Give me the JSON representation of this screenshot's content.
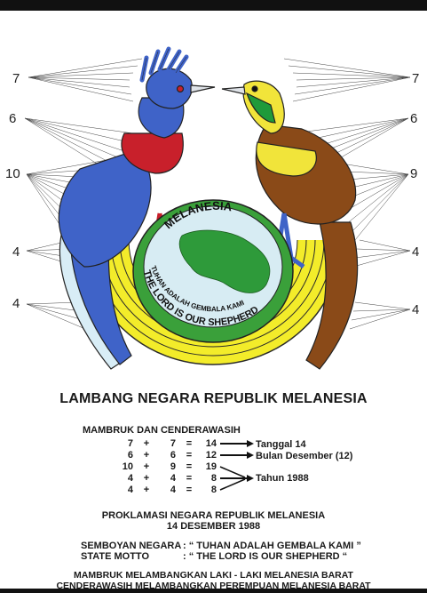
{
  "emblem": {
    "ring_text_top": "MELANESIA",
    "ring_text_bottom_1": "TUHAN ADALAH GEMBALA KAMI",
    "ring_text_bottom_2": "THE LORD IS OUR SHEPHERD",
    "left_counts": [
      "7",
      "6",
      "10",
      "4",
      "4"
    ],
    "right_counts": [
      "7",
      "6",
      "9",
      "4",
      "4"
    ],
    "colors": {
      "mambruk_blue": "#3f63c8",
      "mambruk_red": "#c8202b",
      "cenderawasih_brown": "#8a4a18",
      "cenderawasih_yellow": "#f1e43a",
      "cenderawasih_green": "#1f9a3a",
      "ring_yellow": "#f3ec2a",
      "shield_green": "#3aa03a",
      "map_green": "#2e9a3a",
      "globe_blue": "#d7ecf3"
    }
  },
  "title": "LAMBANG NEGARA REPUBLIK MELANESIA",
  "subtitle": "MAMBRUK DAN CENDERAWASIH",
  "equations": [
    {
      "a": "7",
      "op": "+",
      "b": "7",
      "eq": "=",
      "r": "14"
    },
    {
      "a": "6",
      "op": "+",
      "b": "6",
      "eq": "=",
      "r": "12"
    },
    {
      "a": "10",
      "op": "+",
      "b": "9",
      "eq": "=",
      "r": "19"
    },
    {
      "a": "4",
      "op": "+",
      "b": "4",
      "eq": "=",
      "r": "8"
    },
    {
      "a": "4",
      "op": "+",
      "b": "4",
      "eq": "=",
      "r": "8"
    }
  ],
  "notes": {
    "tanggal": "Tanggal 14",
    "bulan": "Bulan Desember (12)",
    "tahun": "Tahun 1988"
  },
  "proclamation": {
    "line1": "PROKLAMASI NEGARA REPUBLIK MELANESIA",
    "line2": "14 DESEMBER 1988"
  },
  "motto": {
    "label_id": "SEMBOYAN NEGARA",
    "value_id": ": “ TUHAN ADALAH GEMBALA KAMI ”",
    "label_en": "STATE MOTTO",
    "value_en": ": “ THE LORD IS OUR SHEPHERD “"
  },
  "meaning": {
    "line1": "MAMBRUK MELAMBANGKAN LAKI - LAKI MELANESIA BARAT",
    "line2": "CENDERAWASIH MELAMBANGKAN PEREMPUAN MELANESIA BARAT"
  }
}
